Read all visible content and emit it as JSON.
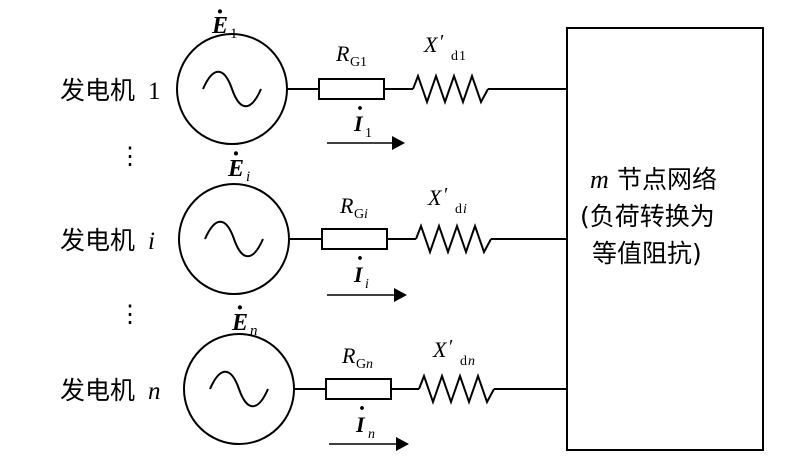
{
  "generators": [
    {
      "label": "发电机",
      "index": "1",
      "emf": {
        "symbol": "E",
        "sub": "1"
      },
      "resistor": {
        "symbol": "R",
        "sub_main": "G",
        "sub_idx": "1"
      },
      "reactance": {
        "symbol": "X",
        "prime": "′",
        "sub_main": "d",
        "sub_idx": "1"
      },
      "current": {
        "symbol": "I",
        "sub": "1"
      }
    },
    {
      "label": "发电机",
      "index": "i",
      "emf": {
        "symbol": "E",
        "sub": "i"
      },
      "resistor": {
        "symbol": "R",
        "sub_main": "G",
        "sub_idx": "i"
      },
      "reactance": {
        "symbol": "X",
        "prime": "′",
        "sub_main": "d",
        "sub_idx": "i"
      },
      "current": {
        "symbol": "I",
        "sub": "i"
      }
    },
    {
      "label": "发电机",
      "index": "n",
      "emf": {
        "symbol": "E",
        "sub": "n"
      },
      "resistor": {
        "symbol": "R",
        "sub_main": "G",
        "sub_idx": "n"
      },
      "reactance": {
        "symbol": "X",
        "prime": "′",
        "sub_main": "d",
        "sub_idx": "n"
      },
      "current": {
        "symbol": "I",
        "sub": "n"
      }
    }
  ],
  "ellipsis": "⋮",
  "network": {
    "var": "m",
    "line1": "节点网络",
    "line2": "(负荷转换为",
    "line3": "等值阻抗)"
  },
  "dot_accent": "·"
}
